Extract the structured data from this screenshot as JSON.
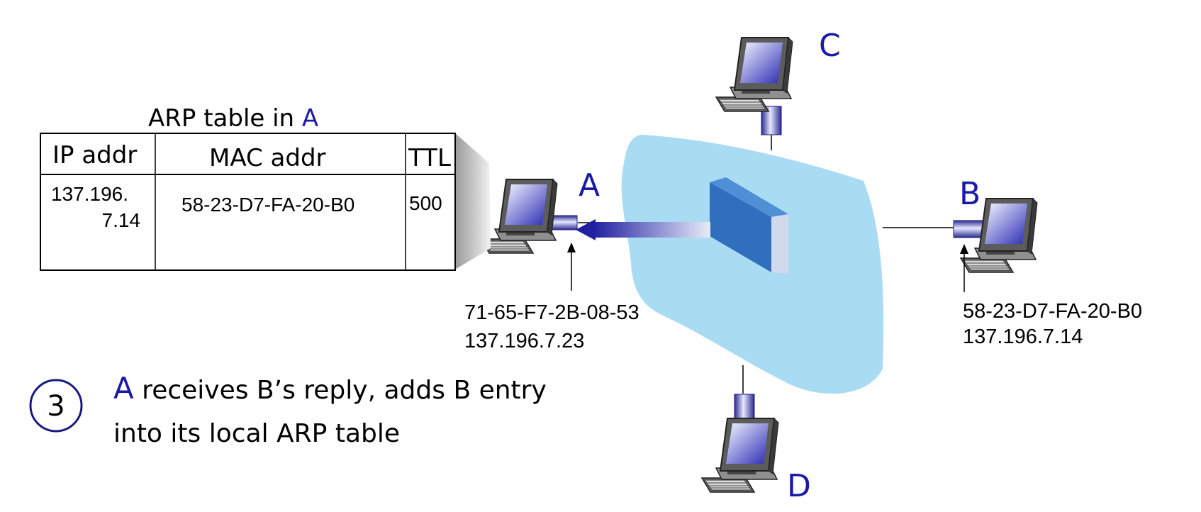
{
  "arp_table": {
    "title_prefix": "ARP table in ",
    "title_node": "A",
    "headers": [
      "IP addr",
      "MAC addr",
      "TTL"
    ],
    "rows": [
      {
        "ip_line1": "137.196.",
        "ip_line2": "7.14",
        "mac": "58-23-D7-FA-20-B0",
        "ttl": "500"
      }
    ]
  },
  "nodes": {
    "A": {
      "label": "A",
      "mac": "71-65-F7-2B-08-53",
      "ip": "137.196.7.23"
    },
    "B": {
      "label": "B",
      "mac": "58-23-D7-FA-20-B0",
      "ip": "137.196.7.14"
    },
    "C": {
      "label": "C"
    },
    "D": {
      "label": "D"
    }
  },
  "step": {
    "number": "3",
    "subject": "A",
    "line1_rest": " receives B’s reply, adds B entry",
    "line2": "into its local ARP table"
  },
  "colors": {
    "node_label": "#1a1aa6",
    "cloud": "#a9dcf3",
    "switch_front": "#2f6fbe",
    "switch_top": "#4f8fd6",
    "arrow": "#2a2aa8"
  }
}
